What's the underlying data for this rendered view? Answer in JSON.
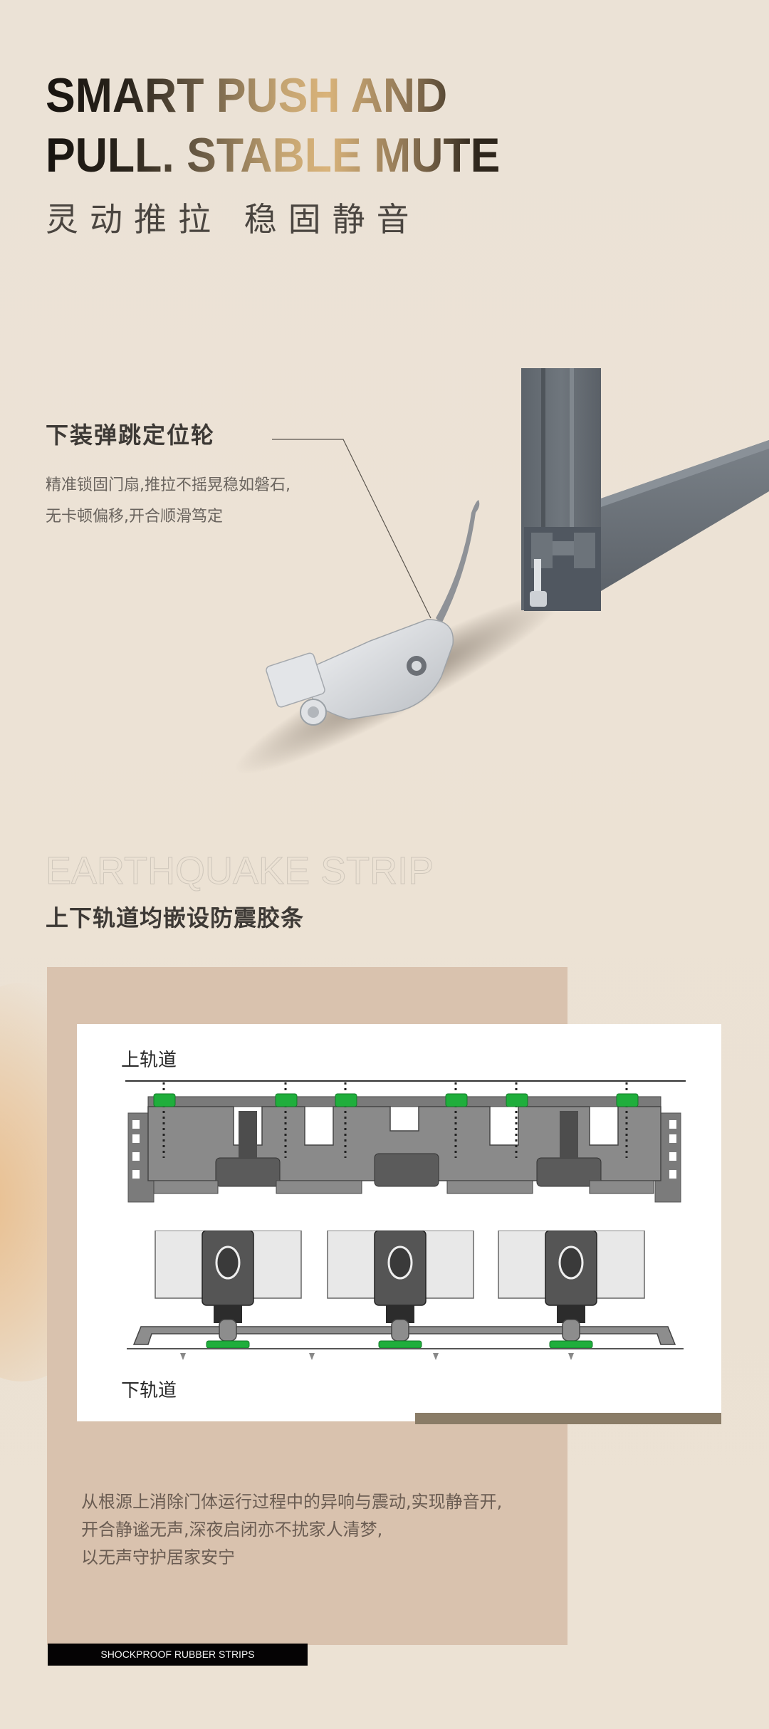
{
  "hero": {
    "title_line1": "SMART PUSH AND",
    "title_line2": "PULL. STABLE MUTE",
    "subtitle_cn": "灵动推拉 稳固静音"
  },
  "feature": {
    "title": "下装弹跳定位轮",
    "desc_lines": [
      "精准锁固门扇,推拉不摇晃稳如磐石,",
      "无卡顿偏移,开合顺滑笃定"
    ],
    "image_alt": "bottom-mounted spring positioning wheel and door frame"
  },
  "section": {
    "outline_title": "EARTHQUAKE STRIP",
    "title": "上下轨道均嵌设防震胶条"
  },
  "diagram": {
    "upper_label": "上轨道",
    "lower_label": "下轨道",
    "strip_color": "#1fae3c"
  },
  "body": {
    "lines": [
      "从根源上消除门体运行过程中的异响与震动,实现静音开,",
      "开合静谧无声,深夜启闭亦不扰家人清梦,",
      "以无声守护居家安宁"
    ]
  },
  "footer_label": "SHOCKPROOF RUBBER STRIPS",
  "colors": {
    "background": "#ebe2d6",
    "tan_box": "#d9c2ae",
    "accent_bar": "#8a7c67",
    "label_bg": "#050304",
    "gold": "#d9b37a"
  }
}
